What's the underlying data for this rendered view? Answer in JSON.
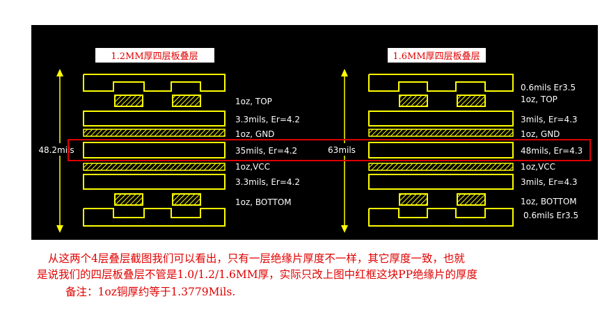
{
  "colors": {
    "background": "#000000",
    "lines": "#ffff00",
    "highlight": "#e00000",
    "text": "#ffffff",
    "title_text": "#e00000",
    "title_bg": "#ffffff"
  },
  "left_stack": {
    "title": "1.2MM厚四层板叠层",
    "thickness": "48.2mils",
    "labels": {
      "top_copper": "1oz, TOP",
      "prepreg_top": "3.3mils, Er=4.2",
      "gnd": "1oz, GND",
      "core": "35mils, Er=4.2",
      "vcc": "1oz,VCC",
      "prepreg_bottom": "3.3mils, Er=4.2",
      "bottom_copper": "1oz, BOTTOM"
    }
  },
  "right_stack": {
    "title": "1.6MM厚四层板叠层",
    "thickness": "63mils",
    "labels": {
      "mask_top": "0.6mils Er3.5",
      "top_copper": "1oz, TOP",
      "prepreg_top": "3mils, Er=4.3",
      "gnd": "1oz, GND",
      "core": "48mils, Er=4.3",
      "vcc": "1oz,VCC",
      "prepreg_bottom": "3mils, Er=4.3",
      "bottom_copper": "1oz, BOTTOM",
      "mask_bottom": "0.6mils Er3.5"
    }
  },
  "caption": {
    "line1": "从这两个4层叠层截图我们可以看出，只有一层绝缘片厚度不一样，其它厚度一致，也就",
    "line2": "是说我们的四层板叠层不管是1.0/1.2/1.6MM厚，实际只改上图中红框这块PP绝缘片的厚度",
    "line3": "备注：1oz铜厚约等于1.3779Mils."
  }
}
